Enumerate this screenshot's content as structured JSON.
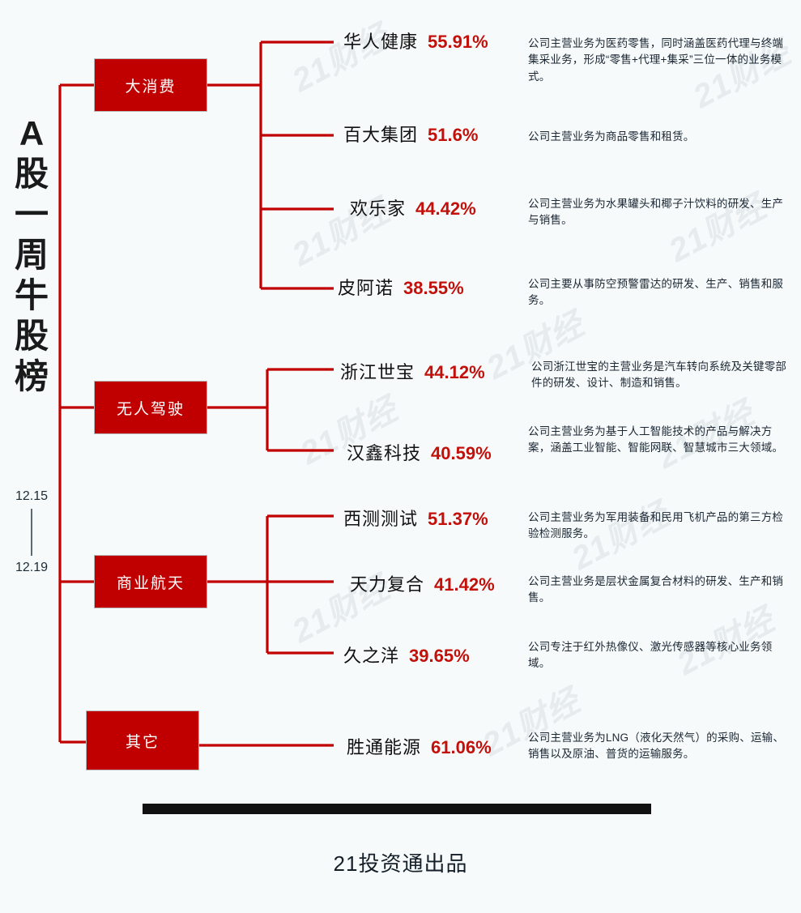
{
  "title": {
    "chars": [
      "A",
      "股",
      "一",
      "周",
      "牛",
      "股",
      "榜"
    ],
    "date_start": "12.15",
    "date_end": "12.19"
  },
  "colors": {
    "brand_red": "#c00000",
    "pct_red": "#c2100b",
    "background": "#f7fafb",
    "text_dark": "#1b2733"
  },
  "watermark_text": "21财经",
  "categories": [
    {
      "label": "大消费"
    },
    {
      "label": "无人驾驶"
    },
    {
      "label": "商业航天"
    },
    {
      "label": "其它"
    }
  ],
  "stocks": [
    {
      "name": "华人健康",
      "pct": "55.91%",
      "category": "大消费",
      "desc": "公司主营业务为医药零售，同时涵盖医药代理与终端集采业务，形成“零售+代理+集采”三位一体的业务模式。"
    },
    {
      "name": "百大集团",
      "pct": "51.6%",
      "category": "大消费",
      "desc": "公司主营业务为商品零售和租赁。"
    },
    {
      "name": "欢乐家",
      "pct": "44.42%",
      "category": "大消费",
      "desc": "公司主营业务为水果罐头和椰子汁饮料的研发、生产与销售。"
    },
    {
      "name": "皮阿诺",
      "pct": "38.55%",
      "category": "大消费",
      "desc": "公司主要从事防空预警雷达的研发、生产、销售和服务。"
    },
    {
      "name": "浙江世宝",
      "pct": "44.12%",
      "category": "无人驾驶",
      "desc": "公司浙江世宝的主营业务是汽车转向系统及关键零部件的研发、设计、制造和销售。"
    },
    {
      "name": "汉鑫科技",
      "pct": "40.59%",
      "category": "无人驾驶",
      "desc": "公司主营业务为基于人工智能技术的产品与解决方案，涵盖工业智能、智能网联、智慧城市三大领域。"
    },
    {
      "name": "西测测试",
      "pct": "51.37%",
      "category": "商业航天",
      "desc": "公司主营业务为军用装备和民用飞机产品的第三方检验检测服务。"
    },
    {
      "name": "天力复合",
      "pct": "41.42%",
      "category": "商业航天",
      "desc": "公司主营业务是层状金属复合材料的研发、生产和销售。"
    },
    {
      "name": "久之洋",
      "pct": "39.65%",
      "category": "商业航天",
      "desc": "公司专注于红外热像仪、激光传感器等核心业务领域。"
    },
    {
      "name": "胜通能源",
      "pct": "61.06%",
      "category": "其它",
      "desc": "公司主营业务为LNG（液化天然气）的采购、运输、销售以及原油、普货的运输服务。"
    }
  ],
  "footer": {
    "text": "21投资通出品"
  }
}
